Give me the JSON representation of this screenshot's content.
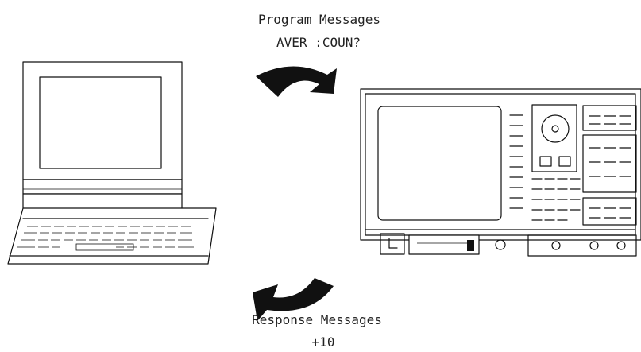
{
  "program_messages": {
    "title": "Program Messages",
    "command": "AVER :COUN?"
  },
  "response_messages": {
    "title": "Response Messages",
    "value": "+10"
  },
  "colors": {
    "line": "#111111",
    "background": "#ffffff"
  },
  "icons": {
    "computer": "laptop-computer-icon",
    "instrument": "analyzer-instrument-icon",
    "arrow_to_instrument": "curved-arrow-right-icon",
    "arrow_to_computer": "curved-arrow-left-icon"
  }
}
